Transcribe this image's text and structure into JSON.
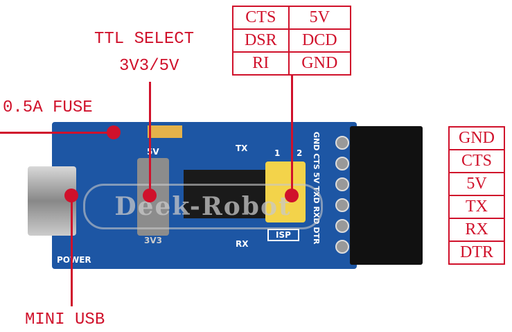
{
  "labels": {
    "fuse": "0.5A FUSE",
    "ttl_line1": "TTL SELECT",
    "ttl_line2": "3V3/5V",
    "mini_usb": "MINI USB"
  },
  "top_table": [
    [
      "CTS",
      "5V"
    ],
    [
      "DSR",
      "DCD"
    ],
    [
      "RI",
      "GND"
    ]
  ],
  "right_table": [
    "GND",
    "CTS",
    "5V",
    "TX",
    "RX",
    "DTR"
  ],
  "board": {
    "watermark": "Deek-Robot",
    "tx": "TX",
    "rx": "RX",
    "power": "POWER",
    "isp": "ISP",
    "jumper_1": "1",
    "jumper_2": "2",
    "switch_top": "5V",
    "switch_bottom": "3V3",
    "pin_labels": "GND CTS 5V TXD RXD DTR"
  },
  "colors": {
    "accent": "#d0112b",
    "board": "#1d56a4"
  }
}
